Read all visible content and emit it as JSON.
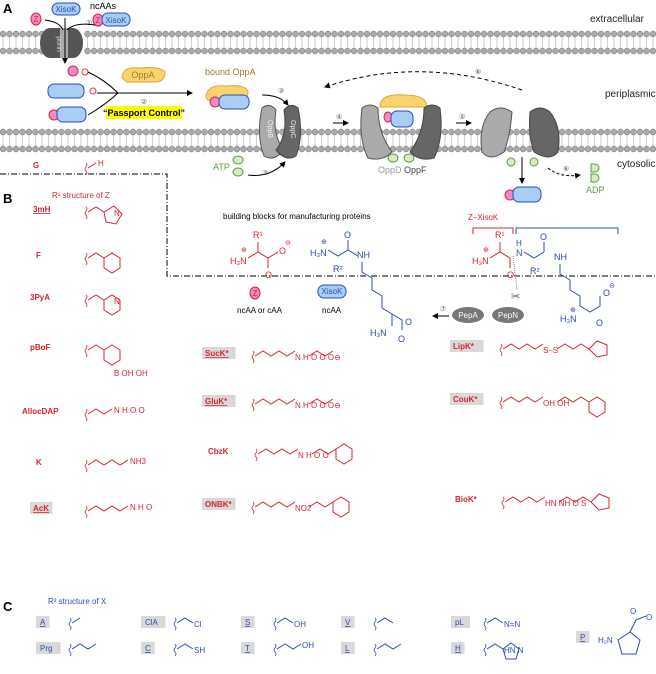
{
  "panels": {
    "a": "A",
    "b": "B",
    "c": "C"
  },
  "panel_a": {
    "locations": {
      "extracellular": "extracellular",
      "periplasmic": "periplasmic",
      "cytosolic": "cytosolic"
    },
    "ncaas_label": "ncAAs",
    "z_label": "Z",
    "xisok_label": "XisoK",
    "porin_label": "porin",
    "oppa_label": "OppA",
    "bound_oppa_label": "bound OppA",
    "passport_control": "“Passport Control”",
    "passport_highlight_color": "#ffff00",
    "proteins": {
      "oppb": "OppB",
      "oppc": "OppC",
      "oppd": "OppD",
      "oppf": "OppF"
    },
    "atp_label": "ATP",
    "adp_label": "ADP",
    "steps": [
      "①",
      "②",
      "③",
      "③",
      "④",
      "⑤",
      "⑥",
      "⑥"
    ]
  },
  "panel_b": {
    "r1_title": "R¹ structure of Z",
    "building_blocks_title": "building blocks for manufacturing proteins",
    "ncaa_or_caa": "ncAA or cAA",
    "ncaa": "ncAA",
    "z_xisok": "Z–XisoK",
    "peptidases": [
      "PepA",
      "PepN"
    ],
    "step7": "⑦",
    "atoms": {
      "h3n": "H₃N",
      "r1": "R¹",
      "r2": "R²",
      "o": "O",
      "nh": "NH",
      "n": "N",
      "h": "H",
      "plus": "⊕",
      "minus": "⊖"
    },
    "z_structures": [
      {
        "label": "G",
        "boxed": false,
        "underlined": false,
        "side": "H"
      },
      {
        "label": "3mH",
        "boxed": false,
        "underlined": true,
        "side": "N"
      },
      {
        "label": "F",
        "boxed": false,
        "underlined": false,
        "side": ""
      },
      {
        "label": "3PyA",
        "boxed": false,
        "underlined": false,
        "side": "N"
      },
      {
        "label": "pBoF",
        "boxed": false,
        "underlined": false,
        "side": "B  OH  OH"
      },
      {
        "label": "AllocDAP",
        "boxed": false,
        "underlined": false,
        "side": "N H  O  O"
      },
      {
        "label": "K",
        "boxed": false,
        "underlined": false,
        "side": "NH3"
      },
      {
        "label": "AcK",
        "boxed": true,
        "underlined": true,
        "side": "N H  O"
      }
    ],
    "xisok_structures": [
      {
        "label": "SucK*",
        "boxed": true,
        "underlined": true,
        "side": "N H  O  O  O⊖"
      },
      {
        "label": "GluK*",
        "boxed": true,
        "underlined": true,
        "side": "N H  O  O  O⊖"
      },
      {
        "label": "CbzK",
        "boxed": false,
        "underlined": false,
        "side": "N H  O  O"
      },
      {
        "label": "ONBK*",
        "boxed": true,
        "underlined": false,
        "side": "NO2"
      },
      {
        "label": "LipK*",
        "boxed": true,
        "underlined": false,
        "side": "S–S"
      },
      {
        "label": "CouK*",
        "boxed": true,
        "underlined": false,
        "side": "OH  OH"
      },
      {
        "label": "BioK*",
        "boxed": false,
        "underlined": false,
        "side": "HN  NH  O  S"
      }
    ]
  },
  "panel_c": {
    "title": "R² structure of X",
    "items": [
      {
        "label": "A",
        "underlined": true,
        "side": ""
      },
      {
        "label": "Prg",
        "underlined": false,
        "side": ""
      },
      {
        "label": "ClA",
        "underlined": false,
        "side": "Cl"
      },
      {
        "label": "C",
        "underlined": true,
        "side": "SH"
      },
      {
        "label": "S",
        "underlined": true,
        "side": "OH"
      },
      {
        "label": "T",
        "underlined": true,
        "side": "OH"
      },
      {
        "label": "V",
        "underlined": true,
        "side": ""
      },
      {
        "label": "L",
        "underlined": true,
        "side": ""
      },
      {
        "label": "pL",
        "underlined": false,
        "side": "N=N"
      },
      {
        "label": "H",
        "underlined": true,
        "side": "HN  N"
      },
      {
        "label": "P",
        "underlined": true,
        "side": "H₂N"
      }
    ]
  },
  "colors": {
    "z": "#d7262e",
    "xisok": "#2b4db0",
    "oppa": "#f9d46e",
    "xisok_fill": "#a9cdf5",
    "z_fill": "#f08ac8",
    "atp": "#5c9a3a"
  }
}
